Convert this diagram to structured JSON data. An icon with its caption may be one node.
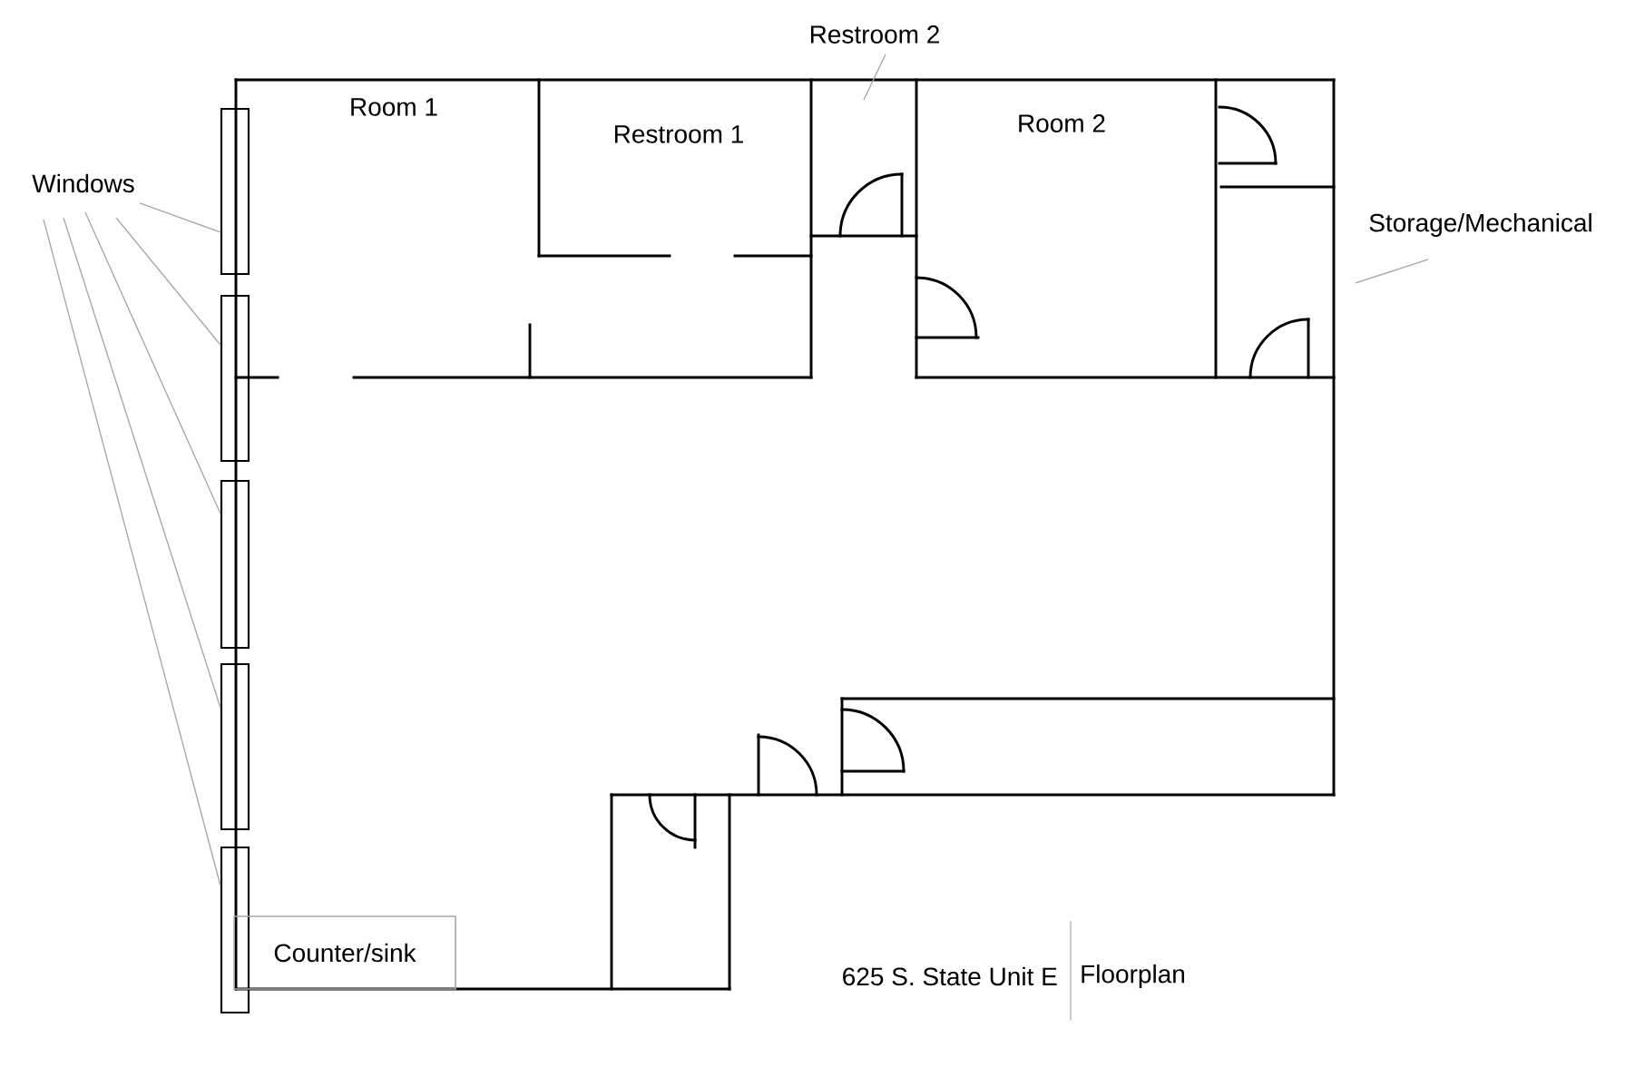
{
  "diagram": {
    "title": "625 S. State Unit E",
    "caption": "Floorplan",
    "nodes": [
      {
        "text": [
          "Windows"
        ]
      },
      {
        "text": [],
        "shape": "box"
      },
      {
        "text": [],
        "shape": "box"
      },
      {
        "text": [],
        "shape": "box"
      },
      {
        "text": [],
        "shape": "box"
      },
      {
        "text": [],
        "shape": "box"
      },
      {
        "text": [
          "Restroom 2"
        ]
      },
      {
        "text": [
          "Storage/Mechanical"
        ]
      },
      {
        "text": [
          "Counter/sink"
        ]
      }
    ],
    "edges": [
      {
        "from": 0,
        "to": 1,
        "arrow": "none"
      },
      {
        "from": 0,
        "to": 2,
        "arrow": "none"
      },
      {
        "from": 0,
        "to": 3,
        "arrow": "none"
      },
      {
        "from": 0,
        "to": 4,
        "arrow": "none"
      },
      {
        "from": 0,
        "to": 5,
        "arrow": "none"
      },
      {
        "from": 6,
        "to": null,
        "arrow": "none"
      },
      {
        "from": 7,
        "to": null,
        "arrow": "none"
      }
    ],
    "labels": [
      "Room 1",
      "Restroom 1",
      "Room 2"
    ]
  }
}
